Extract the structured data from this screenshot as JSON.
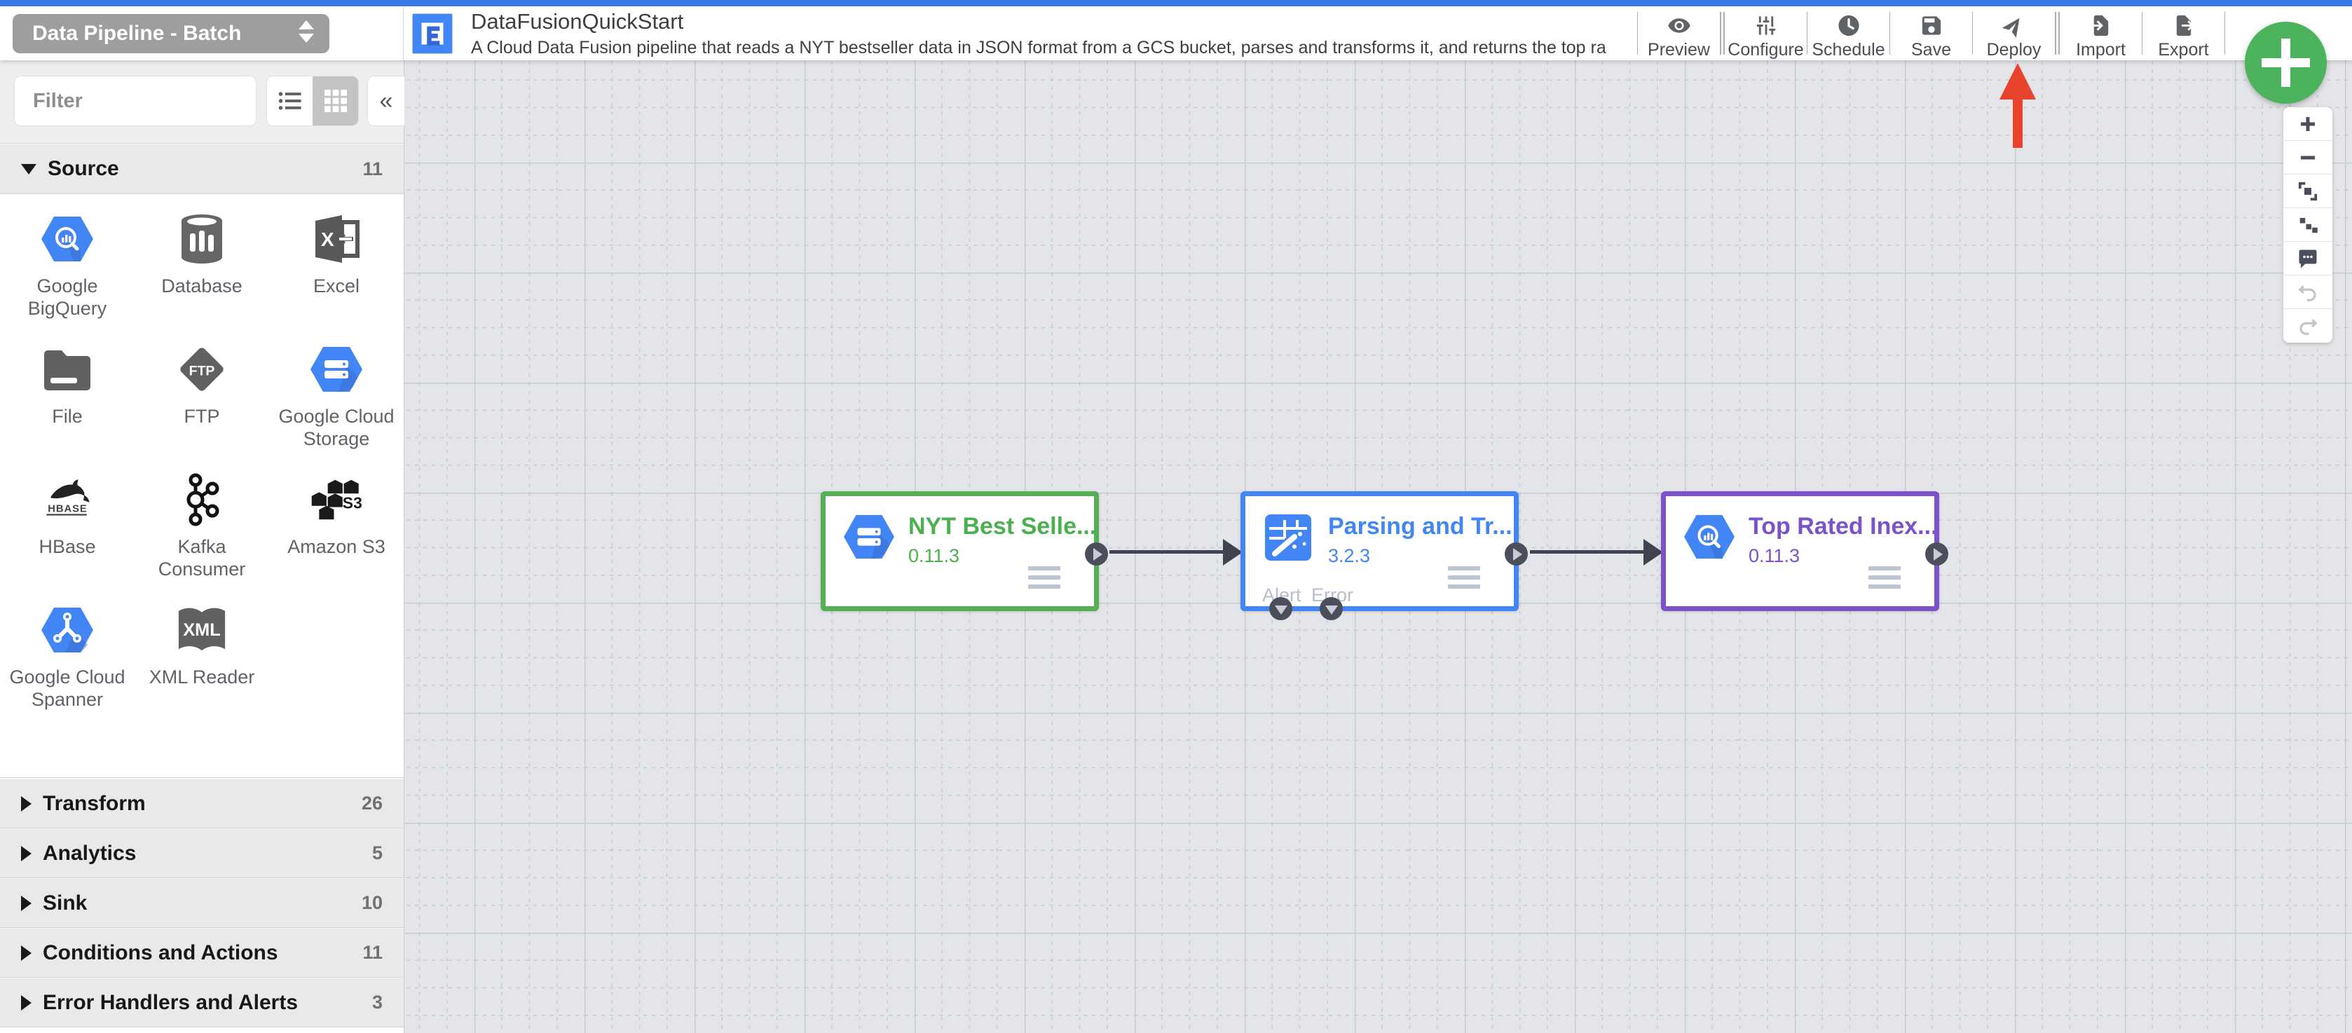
{
  "header": {
    "pipeline_type": "Data Pipeline - Batch",
    "title": "DataFusionQuickStart",
    "description": "A Cloud Data Fusion pipeline that reads a NYT bestseller data in JSON format from a GCS bucket, parses and transforms it, and returns the top rated book...",
    "toolbar": [
      {
        "label": "Preview",
        "icon": "eye-icon"
      },
      {
        "label": "Configure",
        "icon": "sliders-icon"
      },
      {
        "label": "Schedule",
        "icon": "clock-icon"
      },
      {
        "label": "Save",
        "icon": "floppy-icon"
      },
      {
        "label": "Deploy",
        "icon": "paper-plane-icon"
      },
      {
        "label": "Import",
        "icon": "file-import-icon"
      },
      {
        "label": "Export",
        "icon": "file-export-icon"
      }
    ]
  },
  "sidebar": {
    "filter_placeholder": "Filter",
    "source_section": {
      "label": "Source",
      "count": "11"
    },
    "plugins": [
      {
        "label": "Google BigQuery",
        "icon": "bigquery-hexagon-icon"
      },
      {
        "label": "Database",
        "icon": "database-cylinder-icon"
      },
      {
        "label": "Excel",
        "icon": "excel-icon",
        "icon_text": "X"
      },
      {
        "label": "File",
        "icon": "folder-icon"
      },
      {
        "label": "FTP",
        "icon": "ftp-diamond-icon",
        "icon_text": "FTP"
      },
      {
        "label": "Google Cloud Storage",
        "icon": "gcs-hexagon-icon"
      },
      {
        "label": "HBase",
        "icon": "hbase-orca-icon",
        "icon_text": "HBASE"
      },
      {
        "label": "Kafka Consumer",
        "icon": "kafka-icon"
      },
      {
        "label": "Amazon S3",
        "icon": "s3-cubes-icon",
        "icon_text": "S3"
      },
      {
        "label": "Google Cloud Spanner",
        "icon": "spanner-hexagon-icon"
      },
      {
        "label": "XML Reader",
        "icon": "xml-book-icon",
        "icon_text": "XML"
      }
    ],
    "sections": [
      {
        "label": "Transform",
        "count": "26"
      },
      {
        "label": "Analytics",
        "count": "5"
      },
      {
        "label": "Sink",
        "count": "10"
      },
      {
        "label": "Conditions and Actions",
        "count": "11"
      },
      {
        "label": "Error Handlers and Alerts",
        "count": "3"
      }
    ]
  },
  "canvas": {
    "nodes": [
      {
        "title": "NYT Best Selle...",
        "version": "0.11.3",
        "color": "#4caf50",
        "icon": "gcs-hexagon-icon"
      },
      {
        "title": "Parsing and Tr...",
        "version": "3.2.3",
        "color": "#4285f4",
        "icon": "wrangler-icon",
        "ports": {
          "alert": "Alert",
          "error": "Error"
        }
      },
      {
        "title": "Top Rated Inex...",
        "version": "0.11.3",
        "color": "#7b52c9",
        "icon": "bigquery-hexagon-icon"
      }
    ],
    "annotation": {
      "target": "Deploy",
      "color": "#e8432c"
    }
  },
  "fab": {
    "color": "#4cb25c"
  },
  "zoom_toolbar": [
    "zoom-in",
    "zoom-out",
    "fit-to-screen",
    "auto-align",
    "comment",
    "undo",
    "redo"
  ],
  "colors": {
    "top_bar": "#3b78e7",
    "canvas_bg": "#e4e5e9"
  }
}
